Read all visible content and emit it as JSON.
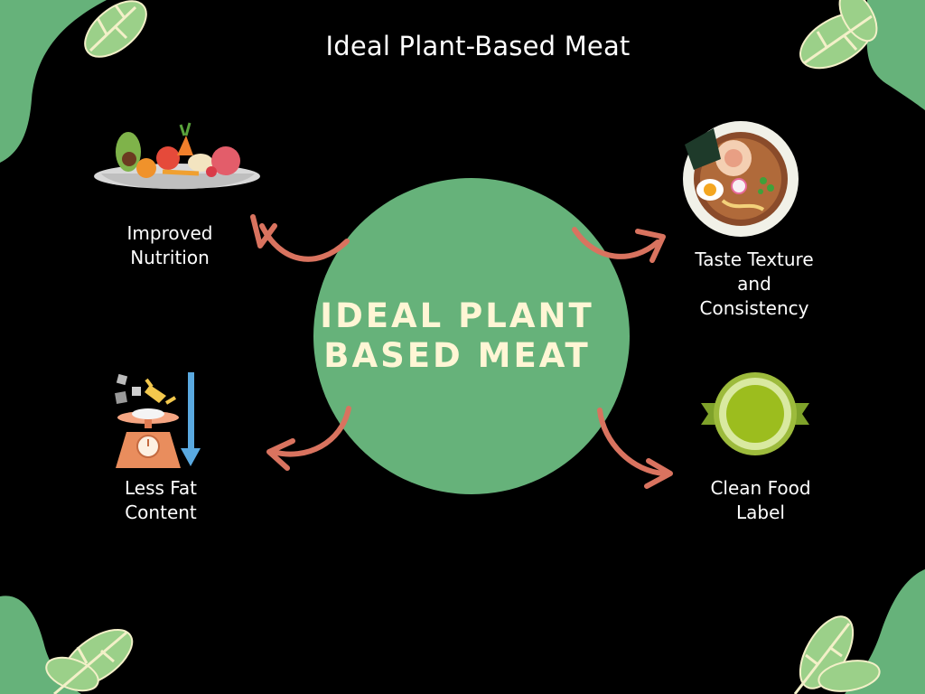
{
  "title": "Ideal Plant-Based Meat",
  "center": {
    "label": "IDEAL PLANT\nBASED MEAT"
  },
  "nodes": [
    {
      "id": "improved-nutrition",
      "label": "Improved\nNutrition",
      "icon": "food-plate-icon"
    },
    {
      "id": "taste-texture",
      "label": "Taste Texture\nand\nConsistency",
      "icon": "ramen-bowl-icon"
    },
    {
      "id": "less-fat",
      "label": "Less Fat\nContent",
      "icon": "kitchen-scale-icon"
    },
    {
      "id": "clean-label",
      "label": "Clean Food\nLabel",
      "icon": "badge-label-icon"
    }
  ],
  "colors": {
    "background": "#000000",
    "circle": "#66b27a",
    "arrow": "#d9735f",
    "leaf_blob": "#66b27a",
    "leaf": "#9bd089",
    "center_text": "#fff6d5"
  }
}
